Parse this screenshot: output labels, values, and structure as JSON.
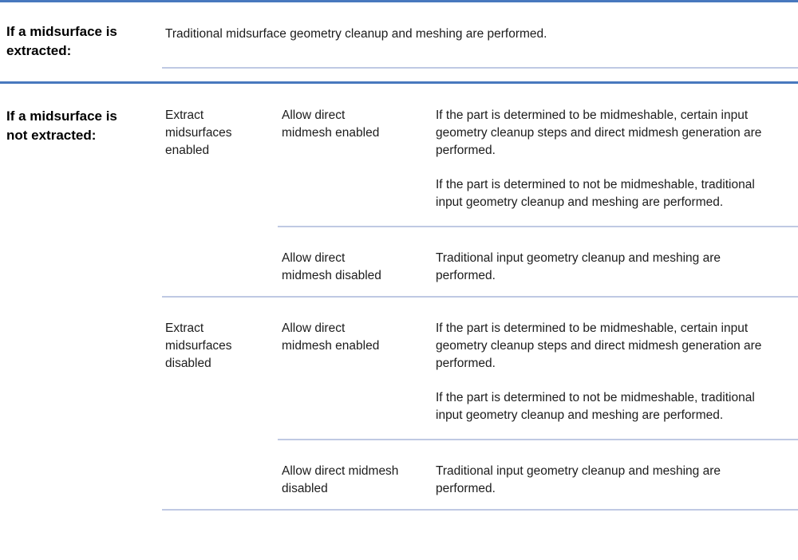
{
  "colors": {
    "accent_blue": "#4878be",
    "divider_light": "#bfc9e3",
    "text": "#1c1c1c"
  },
  "sections": [
    {
      "label": "If a midsurface is\nextracted:",
      "description": "Traditional midsurface geometry cleanup and meshing are performed."
    },
    {
      "label": "If a midsurface is\nnot extracted:",
      "groups": [
        {
          "option": "Extract\nmidsurfaces\nenabled",
          "rows": [
            {
              "setting": "Allow direct\nmidmesh enabled",
              "paragraphs": [
                "If the part is determined to be midmeshable, certain input geometry cleanup steps and direct midmesh generation are performed.",
                "If the part is determined to not be midmeshable, traditional input geometry cleanup and meshing are performed."
              ]
            },
            {
              "setting": "Allow direct\nmidmesh disabled",
              "paragraphs": [
                "Traditional input geometry cleanup and meshing are performed."
              ]
            }
          ]
        },
        {
          "option": "Extract\nmidsurfaces\ndisabled",
          "rows": [
            {
              "setting": "Allow direct\nmidmesh enabled",
              "paragraphs": [
                "If the part is determined to be midmeshable, certain input geometry cleanup steps and direct midmesh generation are performed.",
                "If the part is determined to not be midmeshable, traditional input geometry cleanup and meshing are performed."
              ]
            },
            {
              "setting": "Allow direct midmesh\ndisabled",
              "paragraphs": [
                "Traditional input geometry cleanup and meshing are performed."
              ]
            }
          ]
        }
      ]
    }
  ]
}
